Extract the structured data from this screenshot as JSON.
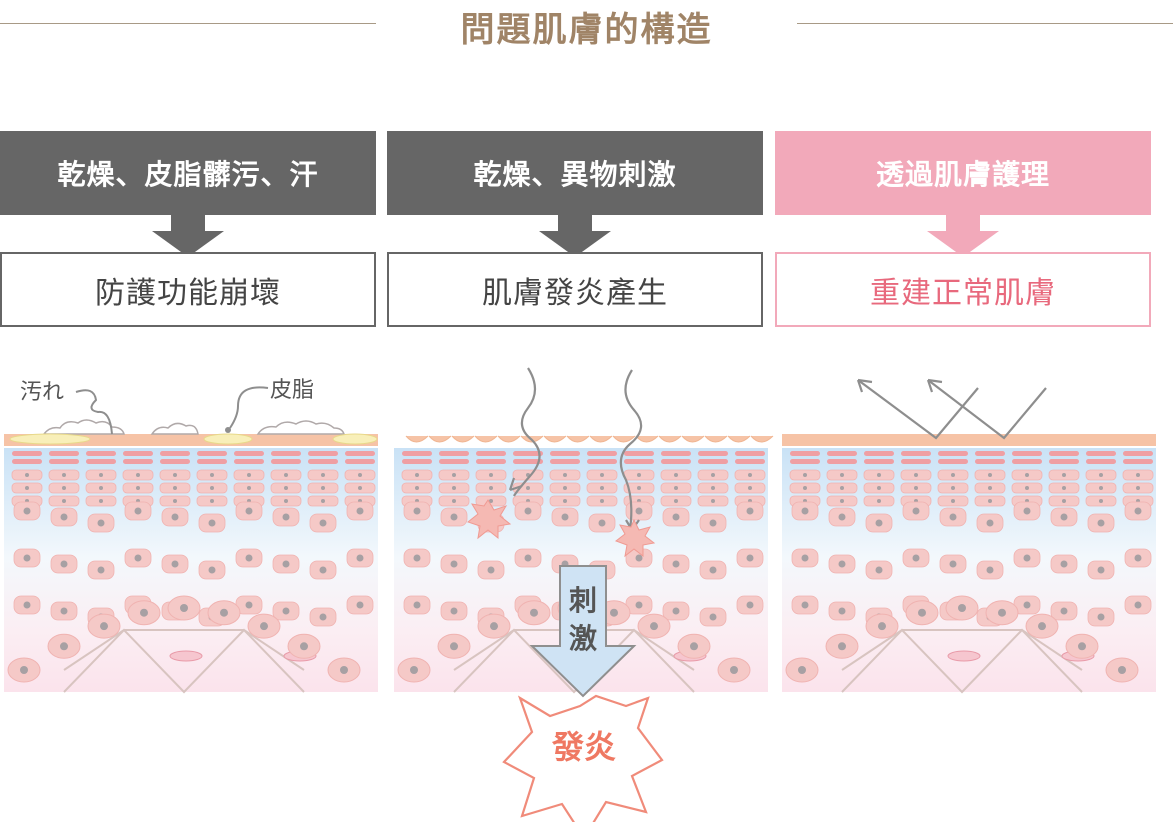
{
  "title": "問題肌膚的構造",
  "columns": [
    {
      "cause": "乾燥、皮脂髒污、汗",
      "result": "防護功能崩壞"
    },
    {
      "cause": "乾燥、異物刺激",
      "result": "肌膚發炎產生"
    },
    {
      "cause": "透過肌膚護理",
      "result": "重建正常肌膚"
    }
  ],
  "labels": {
    "dirt": "汚れ",
    "sebum": "皮脂",
    "stimulus": "刺激",
    "stimulus_char_1": "刺",
    "stimulus_char_2": "激",
    "inflammation": "發炎"
  },
  "colors": {
    "title": "#a08467",
    "dark_box": "#666666",
    "pink_box": "#f2a9ba",
    "pink_text": "#e8697d",
    "cell_fill": "#f5c9c7",
    "cell_nucleus": "#a7a0a3",
    "sebum": "#f8efb9",
    "stratum": "#f6c3a6",
    "arrow_blue": "#cfe3f4",
    "inflammation": "#f08b7a"
  }
}
